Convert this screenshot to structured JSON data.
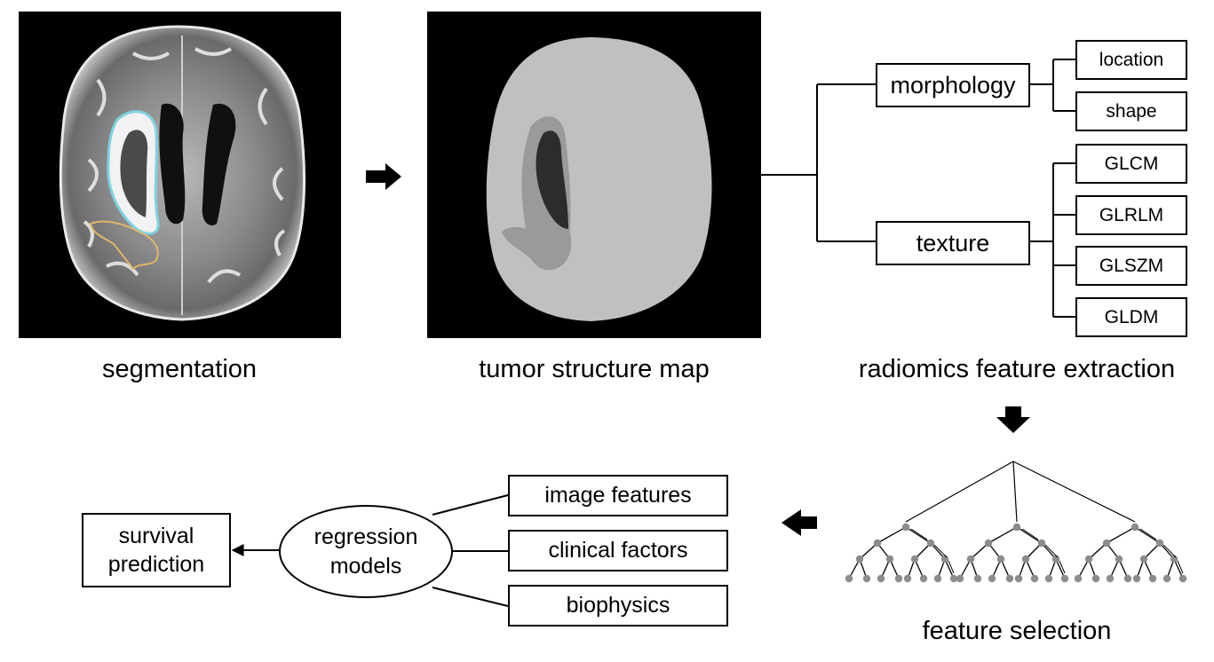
{
  "captions": {
    "segmentation": "segmentation",
    "tumor_map": "tumor structure map",
    "radiomics": "radiomics feature extraction",
    "feature_selection": "feature selection"
  },
  "feature_groups": {
    "morphology": "morphology",
    "texture": "texture"
  },
  "morphology_items": [
    "location",
    "shape"
  ],
  "texture_items": [
    "GLCM",
    "GLRLM",
    "GLSZM",
    "GLDM"
  ],
  "inputs": [
    "image features",
    "clinical factors",
    "biophysics"
  ],
  "model": {
    "line1": "regression",
    "line2": "models"
  },
  "output": {
    "line1": "survival",
    "line2": "prediction"
  },
  "colors": {
    "contour_enhancing": "#7fd2e0",
    "contour_edema": "#e2b56a",
    "map_brain": "#c0c0c0",
    "map_edema": "#9a9a9a",
    "map_necrosis": "#2c2c2c",
    "tree_node": "#8c8c8c"
  },
  "icons": [
    "right-arrow-icon",
    "down-arrow-icon",
    "left-arrow-icon",
    "decision-tree-icon"
  ]
}
